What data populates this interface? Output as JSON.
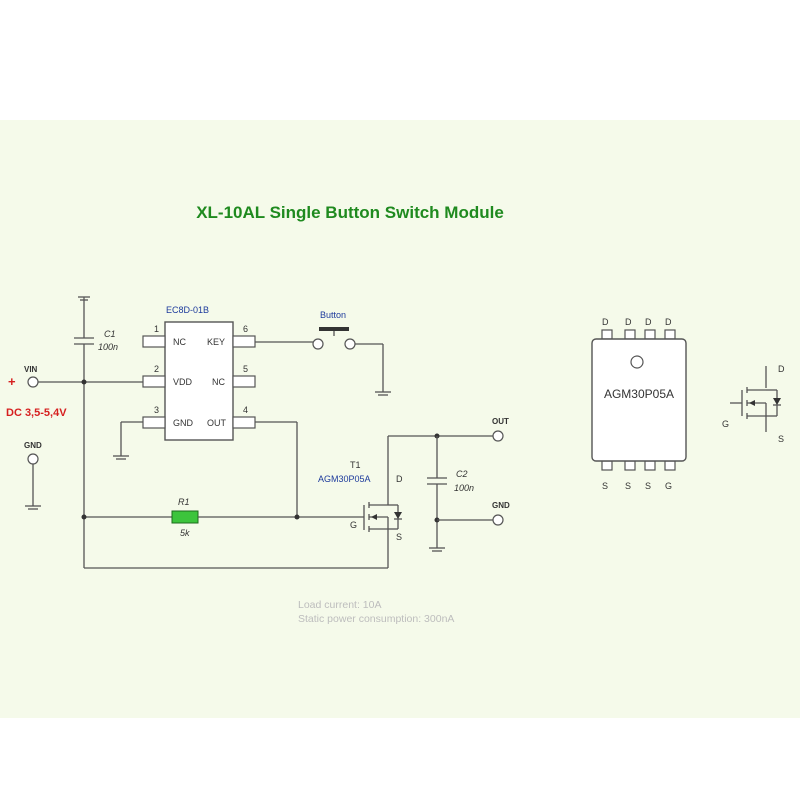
{
  "title": "XL-10AL  Single Button Switch Module",
  "ic": {
    "name": "EC8D-01B",
    "pins": [
      {
        "num": "1",
        "label": "NC"
      },
      {
        "num": "2",
        "label": "VDD"
      },
      {
        "num": "3",
        "label": "GND"
      },
      {
        "num": "6",
        "label": "KEY"
      },
      {
        "num": "5",
        "label": "NC"
      },
      {
        "num": "4",
        "label": "OUT"
      }
    ]
  },
  "c1": {
    "ref": "C1",
    "value": "100n"
  },
  "c2": {
    "ref": "C2",
    "value": "100n"
  },
  "r1": {
    "ref": "R1",
    "value": "5k"
  },
  "button_label": "Button",
  "t1": {
    "ref": "T1",
    "part": "AGM30P05A",
    "g": "G",
    "d": "D",
    "s": "S"
  },
  "terminals": {
    "vin": "VIN",
    "plus": "+",
    "dc_range": "DC 3,5-5,4V",
    "gnd_left": "GND",
    "out": "OUT",
    "gnd_right": "GND"
  },
  "package": {
    "part": "AGM30P05A",
    "top_pins": [
      "D",
      "D",
      "D",
      "D"
    ],
    "bottom_pins": [
      "S",
      "S",
      "S",
      "G"
    ]
  },
  "symbol": {
    "d": "D",
    "g": "G",
    "s": "S"
  },
  "notes": {
    "load_current": "Load current: 10A",
    "static_power": "Static power consumption: 300nA"
  },
  "colors": {
    "title": "#1f8a1f",
    "supply": "#d62020",
    "part_blue": "#1d3a9c",
    "resistor": "#3cc43c",
    "notes": "#bdbdbd"
  }
}
